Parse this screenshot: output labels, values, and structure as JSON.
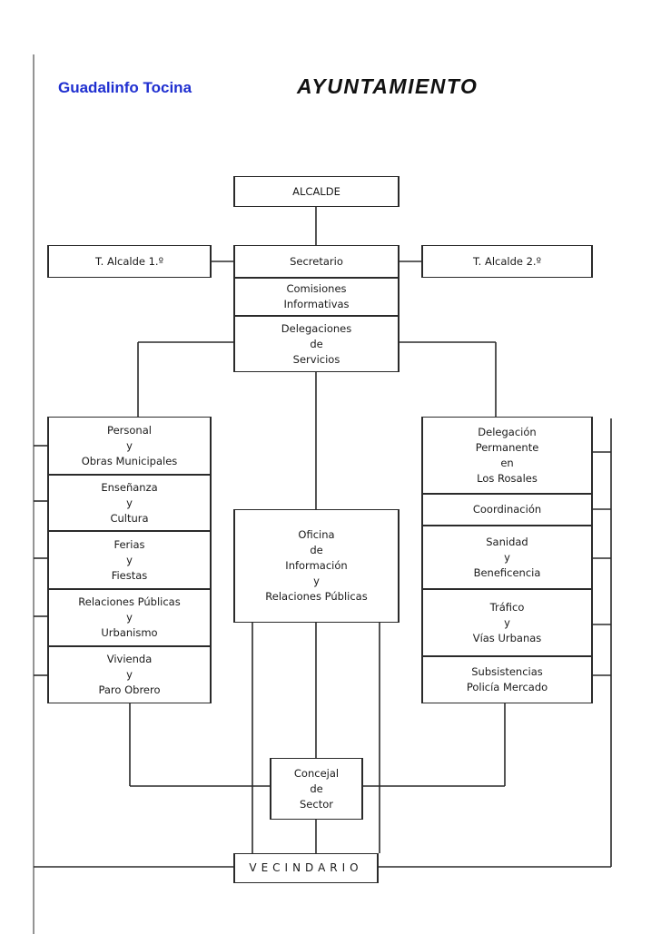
{
  "header": {
    "left_label": "Guadalinfo Tocina",
    "title": "AYUNTAMIENTO"
  },
  "nodes": {
    "alcalde": [
      "ALCALDE"
    ],
    "t_alcalde_1": [
      "T. Alcalde 1.º"
    ],
    "secretario": [
      "Secretario"
    ],
    "t_alcalde_2": [
      "T. Alcalde 2.º"
    ],
    "comisiones": [
      "Comisiones",
      "Informativas"
    ],
    "delegaciones": [
      "Delegaciones",
      "de",
      "Servicios"
    ],
    "personal": [
      "Personal",
      "y",
      "Obras Municipales"
    ],
    "ensenanza": [
      "Enseñanza",
      "y",
      "Cultura"
    ],
    "ferias": [
      "Ferias",
      "y",
      "Fiestas"
    ],
    "relaciones": [
      "Relaciones Públicas",
      "y",
      "Urbanismo"
    ],
    "vivienda": [
      "Vivienda",
      "y",
      "Paro Obrero"
    ],
    "delegacion_permanente": [
      "Delegación",
      "Permanente",
      "en",
      "Los Rosales"
    ],
    "coordinacion": [
      "Coordinación"
    ],
    "sanidad": [
      "Sanidad",
      "y",
      "Beneficencia"
    ],
    "trafico": [
      "Tráfico",
      "y",
      "Vías Urbanas"
    ],
    "subsistencias": [
      "Subsistencias",
      "Policía Mercado"
    ],
    "oficina": [
      "Oficina",
      "de",
      "Información",
      "y",
      "Relaciones Públicas"
    ],
    "concejal": [
      "Concejal",
      "de",
      "Sector"
    ],
    "vecindario": [
      "VECINDARIO"
    ]
  }
}
